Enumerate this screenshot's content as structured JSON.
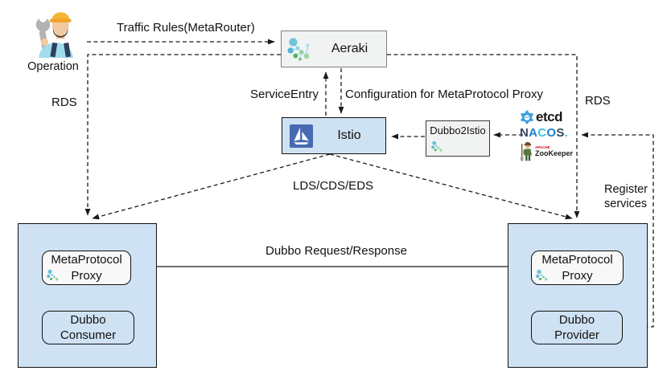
{
  "diagram_title": "Aeraki / Istio Dubbo MetaProtocol service mesh architecture",
  "nodes": {
    "operation": {
      "label": "Operation"
    },
    "aeraki": {
      "label": "Aeraki"
    },
    "istio": {
      "label": "Istio"
    },
    "dubbo2istio": {
      "label": "Dubbo2Istio"
    },
    "etcd": {
      "label": "etcd"
    },
    "nacos": {
      "letters": [
        "N",
        "A",
        "C",
        "O",
        "S",
        "."
      ]
    },
    "zookeeper": {
      "label": "ZooKeeper",
      "badge": "APACHE"
    },
    "consumer_proxy": {
      "line1": "MetaProtocol",
      "line2": "Proxy"
    },
    "dubbo_consumer": {
      "line1": "Dubbo",
      "line2": "Consumer"
    },
    "provider_proxy": {
      "line1": "MetaProtocol",
      "line2": "Proxy"
    },
    "dubbo_provider": {
      "line1": "Dubbo",
      "line2": "Provider"
    }
  },
  "edges": {
    "traffic_rules": "Traffic Rules(MetaRouter)",
    "rds_left": "RDS",
    "rds_right": "RDS",
    "service_entry": "ServiceEntry",
    "config_for_proxy": "Configuration for MetaProtocol Proxy",
    "lds_cds_eds": "LDS/CDS/EDS",
    "dubbo_request_response": "Dubbo Request/Response",
    "register_services": "Register services"
  },
  "colors": {
    "container_blue": "#cfe2f3",
    "box_gray": "#f1f2f2",
    "istio_blue": "#466bb0",
    "etcd_blue": "#3ba0dd",
    "nacos_dark": "#35495e",
    "nacos_blue": "#1b80d2",
    "nacos_cyan": "#3fc1e3",
    "hat_orange": "#f6b437",
    "line_color": "#1a1a1a"
  }
}
